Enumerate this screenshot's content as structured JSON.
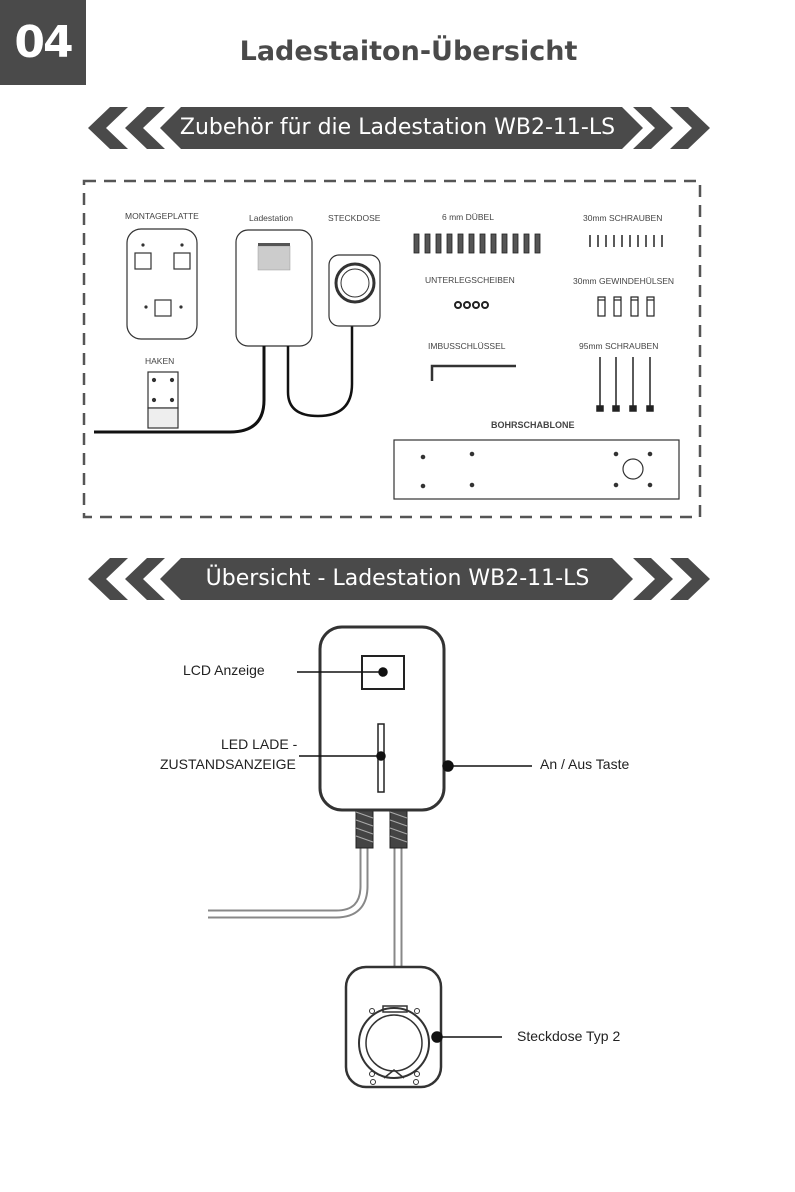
{
  "header": {
    "page_number": "04",
    "title": "Ladestaiton-Übersicht"
  },
  "accessories": {
    "banner": "Zubehör für die Ladestation WB2-11-LS",
    "items": {
      "montageplatte": "MONTAGEPLATTE",
      "ladestation": "Ladestation",
      "steckdose": "STECKDOSE",
      "duebel": "6 mm DÜBEL",
      "schrauben30": "30mm SCHRAUBEN",
      "unterlegscheiben": "UNTERLEGSCHEIBEN",
      "gewindehuelsen": "30mm GEWINDEHÜLSEN",
      "imbusschluessel": "IMBUSSCHLÜSSEL",
      "schrauben95": "95mm SCHRAUBEN",
      "haken": "HAKEN",
      "bohrschablone": "BOHRSCHABLONE"
    }
  },
  "overview": {
    "banner": "Übersicht - Ladestation WB2-11-LS",
    "callouts": {
      "lcd": "LCD Anzeige",
      "led_line1": "LED LADE -",
      "led_line2": "ZUSTANDSANZEIGE",
      "power": "An / Aus Taste",
      "socket": "Steckdose Typ 2"
    }
  }
}
